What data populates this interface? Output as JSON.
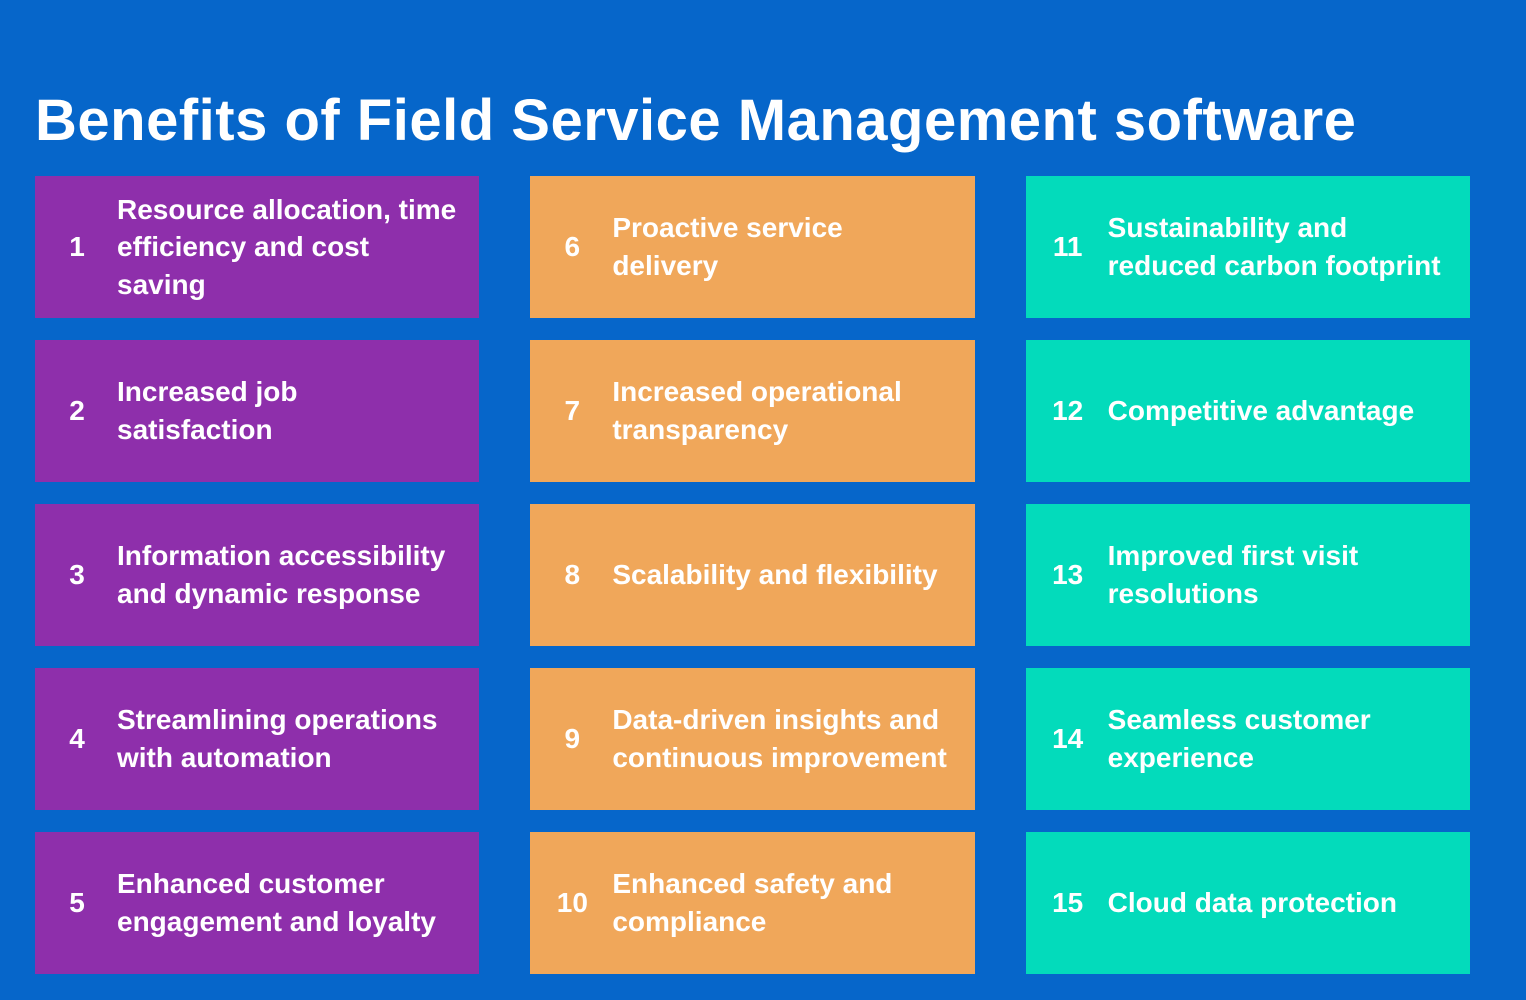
{
  "page": {
    "title": "Benefits of Field Service Management software"
  },
  "colors": {
    "background": "#0666CA",
    "card_purple": "#8E2FAB",
    "card_orange": "#F0A75A",
    "card_teal": "#03DBBB",
    "text": "#FFFFFF"
  },
  "cards": [
    {
      "number": "1",
      "label": "Resource allocation, time efficiency and cost saving",
      "color": "card_purple"
    },
    {
      "number": "2",
      "label": "Increased job satisfaction",
      "color": "card_purple"
    },
    {
      "number": "3",
      "label": "Information accessibility and dynamic response",
      "color": "card_purple"
    },
    {
      "number": "4",
      "label": "Streamlining operations with automation",
      "color": "card_purple"
    },
    {
      "number": "5",
      "label": "Enhanced customer engagement and loyalty",
      "color": "card_purple"
    },
    {
      "number": "6",
      "label": "Proactive service delivery",
      "color": "card_orange"
    },
    {
      "number": "7",
      "label": "Increased operational transparency",
      "color": "card_orange"
    },
    {
      "number": "8",
      "label": "Scalability and flexibility",
      "color": "card_orange"
    },
    {
      "number": "9",
      "label": "Data-driven insights and continuous improvement",
      "color": "card_orange"
    },
    {
      "number": "10",
      "label": "Enhanced safety and compliance",
      "color": "card_orange"
    },
    {
      "number": "11",
      "label": "Sustainability and reduced carbon footprint",
      "color": "card_teal"
    },
    {
      "number": "12",
      "label": "Competitive advantage",
      "color": "card_teal"
    },
    {
      "number": "13",
      "label": "Improved first visit resolutions",
      "color": "card_teal"
    },
    {
      "number": "14",
      "label": "Seamless customer experience",
      "color": "card_teal"
    },
    {
      "number": "15",
      "label": "Cloud data protection",
      "color": "card_teal"
    }
  ]
}
